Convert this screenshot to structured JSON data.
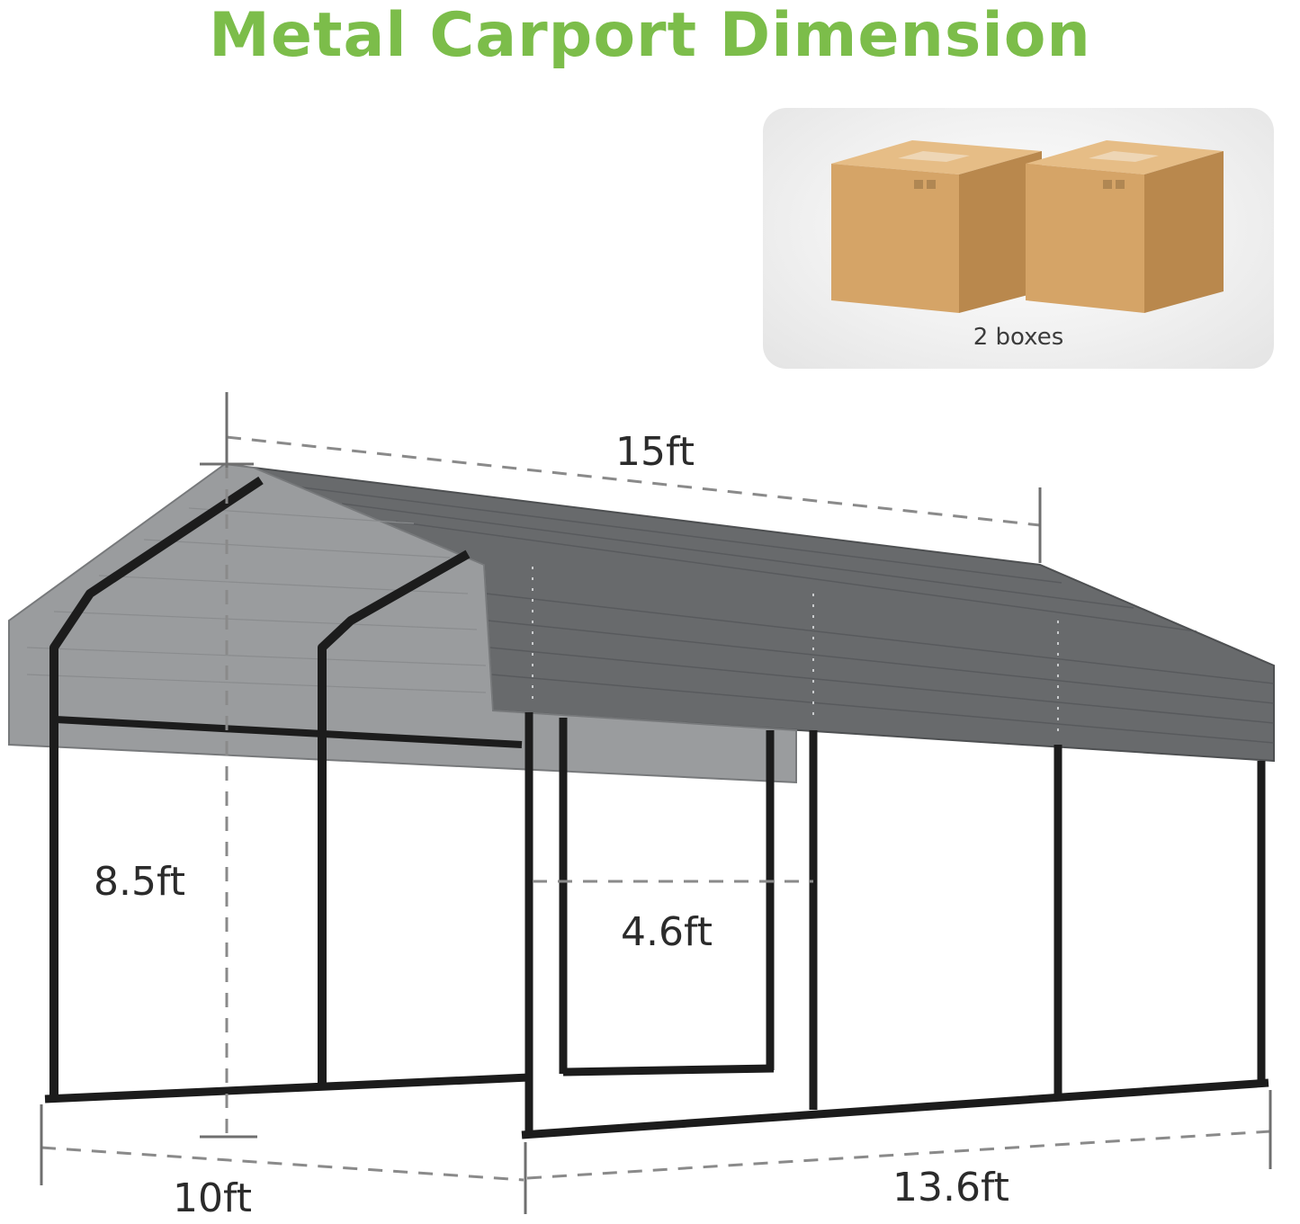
{
  "title": "Metal Carport Dimension",
  "package": {
    "caption": "2 boxes",
    "box_count": 2
  },
  "dimensions": {
    "length": "15ft",
    "peak_height": "8.5ft",
    "side_height": "4.6ft",
    "width": "10ft",
    "depth": "13.6ft"
  },
  "colors": {
    "title": "#7cbd4a",
    "roof": "#686a6c",
    "roof_inner": "#9a9c9e",
    "frame": "#1c1c1c",
    "dim_line": "#8a8a8a",
    "box": "#d9a96c"
  },
  "icons": [
    "box-icon",
    "carport-illustration"
  ]
}
